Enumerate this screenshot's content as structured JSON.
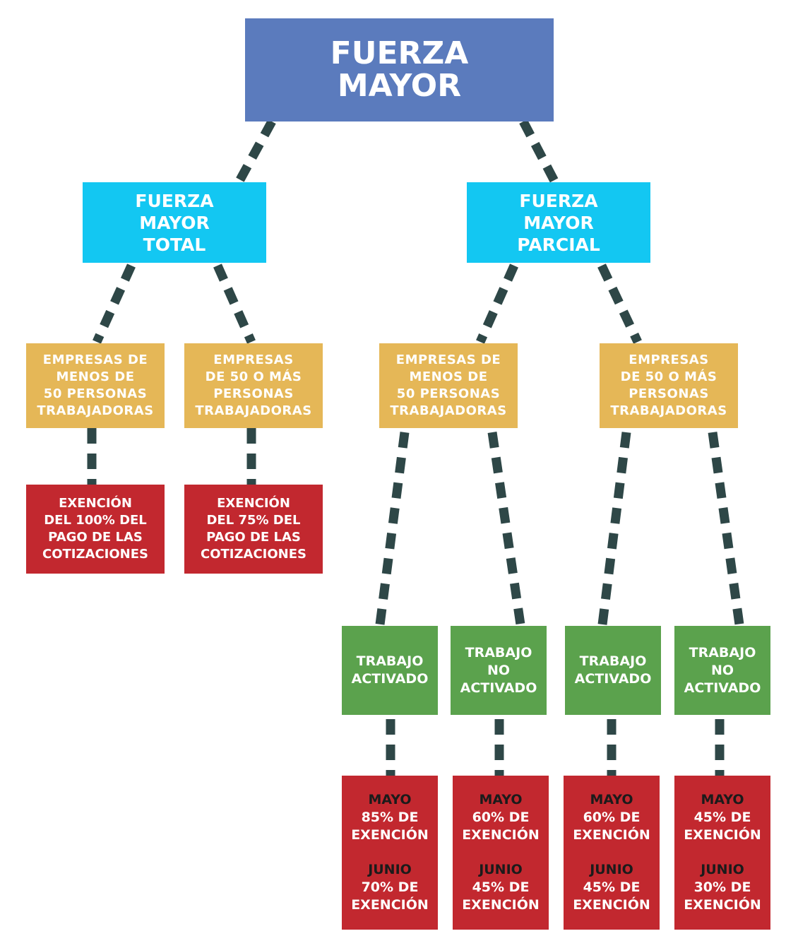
{
  "diagram": {
    "root": {
      "lines": [
        "FUERZA",
        "MAYOR"
      ]
    },
    "total": {
      "lines": [
        "FUERZA",
        "MAYOR",
        "TOTAL"
      ],
      "small": {
        "lines": [
          "EMPRESAS DE",
          "MENOS DE",
          "50 PERSONAS",
          "TRABAJADORAS"
        ]
      },
      "large": {
        "lines": [
          "EMPRESAS",
          "DE 50 O MÁS",
          "PERSONAS",
          "TRABAJADORAS"
        ]
      },
      "small_exemption": {
        "lines": [
          "EXENCIÓN",
          "DEL 100% DEL",
          "PAGO DE LAS",
          "COTIZACIONES"
        ]
      },
      "large_exemption": {
        "lines": [
          "EXENCIÓN",
          "DEL 75% DEL",
          "PAGO DE LAS",
          "COTIZACIONES"
        ]
      }
    },
    "partial": {
      "lines": [
        "FUERZA",
        "MAYOR",
        "PARCIAL"
      ],
      "small": {
        "lines": [
          "EMPRESAS DE",
          "MENOS DE",
          "50 PERSONAS",
          "TRABAJADORAS"
        ]
      },
      "large": {
        "lines": [
          "EMPRESAS",
          "DE 50 O MÁS",
          "PERSONAS",
          "TRABAJADORAS"
        ]
      },
      "work": [
        {
          "lines": [
            "TRABAJO",
            "ACTIVADO"
          ]
        },
        {
          "lines": [
            "TRABAJO",
            "NO",
            "ACTIVADO"
          ]
        },
        {
          "lines": [
            "TRABAJO",
            "ACTIVADO"
          ]
        },
        {
          "lines": [
            "TRABAJO",
            "NO",
            "ACTIVADO"
          ]
        }
      ],
      "results": [
        {
          "may_label": "MAYO",
          "may_value": "85% DE",
          "may_word": "EXENCIÓN",
          "june_label": "JUNIO",
          "june_value": "70% DE",
          "june_word": "EXENCIÓN"
        },
        {
          "may_label": "MAYO",
          "may_value": "60% DE",
          "may_word": "EXENCIÓN",
          "june_label": "JUNIO",
          "june_value": "45% DE",
          "june_word": "EXENCIÓN"
        },
        {
          "may_label": "MAYO",
          "may_value": "60% DE",
          "may_word": "EXENCIÓN",
          "june_label": "JUNIO",
          "june_value": "45% DE",
          "june_word": "EXENCIÓN"
        },
        {
          "may_label": "MAYO",
          "may_value": "45% DE",
          "may_word": "EXENCIÓN",
          "june_label": "JUNIO",
          "june_value": "30% DE",
          "june_word": "EXENCIÓN"
        }
      ]
    },
    "colors": {
      "root": "#5b7bbd",
      "level1": "#13c7f2",
      "company": "#e5b757",
      "exemption": "#c2282f",
      "work": "#5ba24d",
      "connector": "#2e4747"
    }
  }
}
